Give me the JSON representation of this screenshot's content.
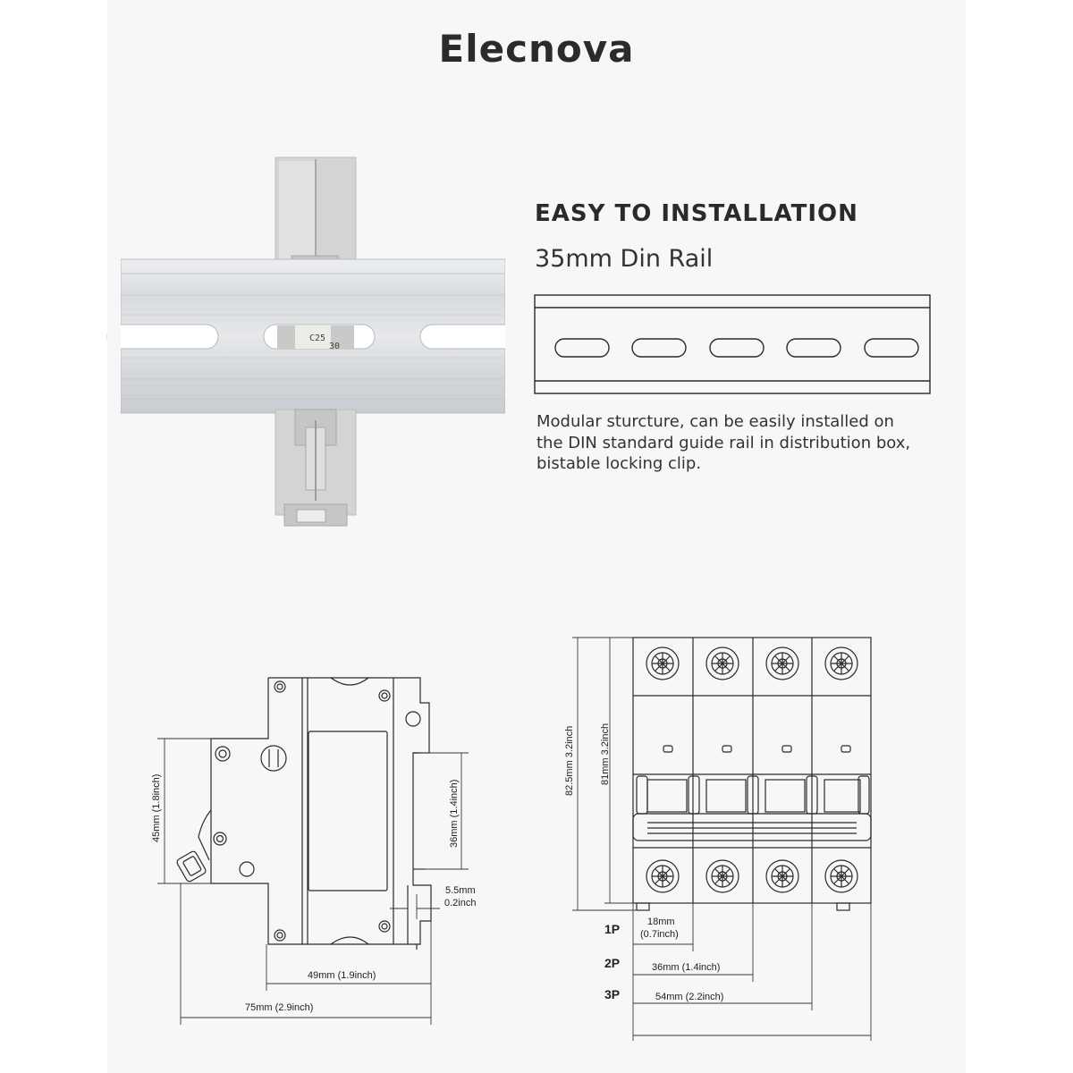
{
  "brand": "Elecnova",
  "install": {
    "heading": "EASY TO INSTALLATION",
    "subheading": "35mm Din Rail",
    "description_lines": [
      "Modular sturcture, can be easily installed on",
      "the DIN standard guide rail in distribution box,",
      "bistable locking clip."
    ]
  },
  "product_marks": {
    "rating": "C25",
    "model": "30"
  },
  "side_view": {
    "height_45": "45mm (1.8inch)",
    "height_36": "36mm (1.4inch)",
    "depth_5_5_mm": "5.5mm",
    "depth_5_5_in": "0.2inch",
    "depth_49": "49mm (1.9inch)",
    "depth_75": "75mm (2.9inch)"
  },
  "front_view": {
    "height_82_5": "82.5mm 3.2inch",
    "height_81": "81mm 3.2inch",
    "width_1p_mm": "18mm",
    "width_1p_in": "(0.7inch)",
    "width_2p": "36mm (1.4inch)",
    "width_3p": "54mm (2.2inch)",
    "poles": [
      "1P",
      "2P",
      "3P"
    ]
  },
  "colors": {
    "panel": "#f7f7f7",
    "line": "#2a2a2a",
    "rail": "#dcdfe2",
    "breaker": "#d2d2d0"
  }
}
